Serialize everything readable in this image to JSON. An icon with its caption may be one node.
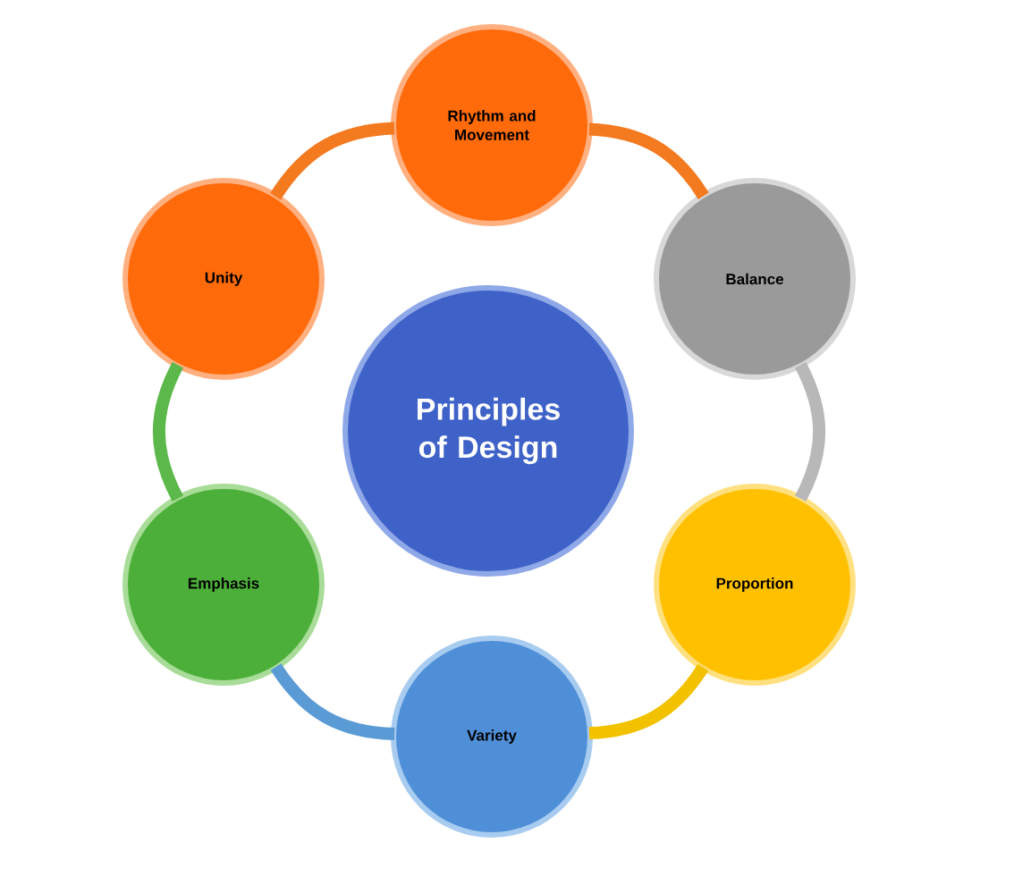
{
  "diagram": {
    "nodes": [
      {
        "text": [
          "Principles of Design"
        ]
      },
      {
        "text": [
          "Rhythm and Movement"
        ]
      },
      {
        "text": [
          "Balance"
        ]
      },
      {
        "text": [
          "Proportion"
        ]
      },
      {
        "text": [
          "Variety"
        ]
      },
      {
        "text": [
          "Emphasis"
        ]
      },
      {
        "text": [
          "Unity"
        ]
      }
    ],
    "edges": [
      {
        "from": 6,
        "to": 1,
        "arrow": "none"
      },
      {
        "from": 1,
        "to": 2,
        "arrow": "none"
      },
      {
        "from": 2,
        "to": 3,
        "arrow": "none",
        "color": "#b8b8b8"
      },
      {
        "from": 3,
        "to": 4,
        "arrow": "none",
        "color": "#f2c200"
      },
      {
        "from": 4,
        "to": 5,
        "arrow": "none",
        "color": "#5a9bd5"
      },
      {
        "from": 5,
        "to": 6,
        "arrow": "none",
        "color": "#5cb84a"
      }
    ]
  }
}
